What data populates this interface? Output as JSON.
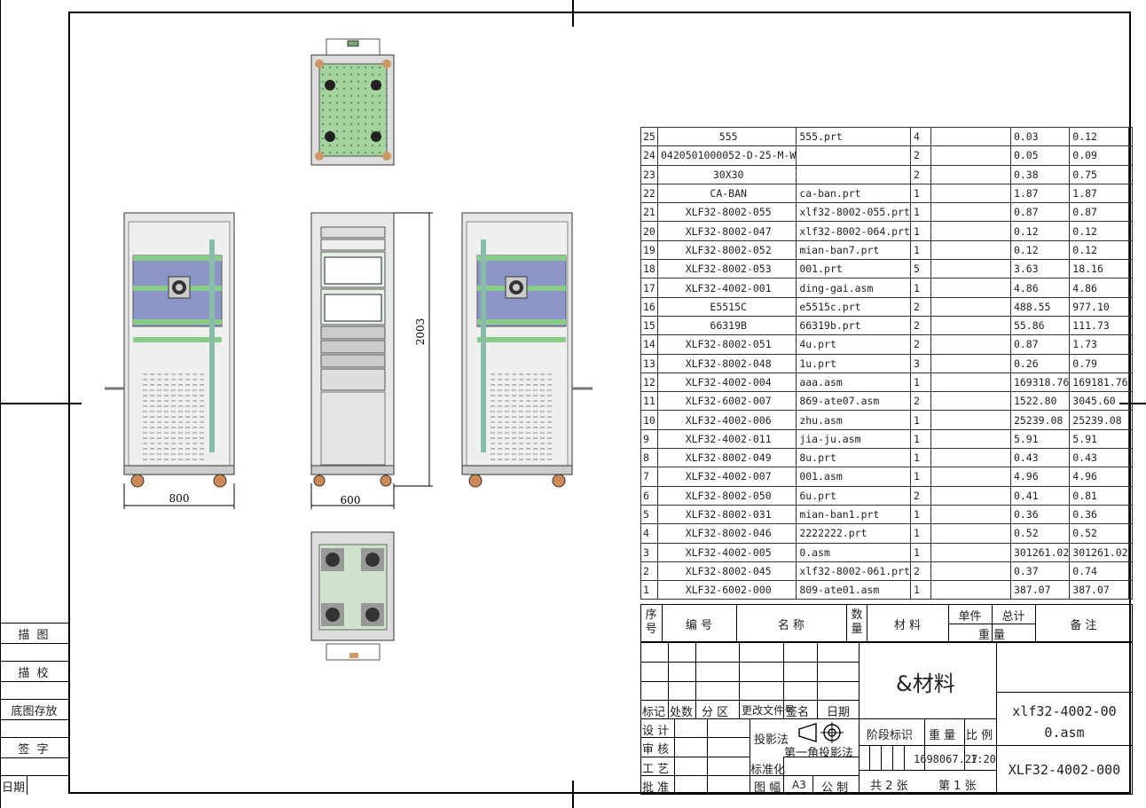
{
  "drawing": {
    "dimensions": {
      "height": "2003",
      "width_side": "800",
      "width_front": "600"
    }
  },
  "side_strip": [
    "描 图",
    "描 校",
    "底图存放",
    "签 字",
    "日期"
  ],
  "bom": {
    "rows": [
      {
        "idx": "25",
        "code": "555",
        "name": "555.prt",
        "qty": "4",
        "material": "",
        "unit": "0.03",
        "total": "0.12",
        "note": ""
      },
      {
        "idx": "24",
        "code": "0420501000052-D-25-M-W",
        "name": "",
        "qty": "2",
        "material": "",
        "unit": "0.05",
        "total": "0.09",
        "note": ""
      },
      {
        "idx": "23",
        "code": "30X30",
        "name": "",
        "qty": "2",
        "material": "",
        "unit": "0.38",
        "total": "0.75",
        "note": ""
      },
      {
        "idx": "22",
        "code": "CA-BAN",
        "name": "ca-ban.prt",
        "qty": "1",
        "material": "",
        "unit": "1.87",
        "total": "1.87",
        "note": ""
      },
      {
        "idx": "21",
        "code": "XLF32-8002-055",
        "name": "xlf32-8002-055.prt",
        "qty": "1",
        "material": "",
        "unit": "0.87",
        "total": "0.87",
        "note": ""
      },
      {
        "idx": "20",
        "code": "XLF32-8002-047",
        "name": "xlf32-8002-064.prt",
        "qty": "1",
        "material": "",
        "unit": "0.12",
        "total": "0.12",
        "note": ""
      },
      {
        "idx": "19",
        "code": "XLF32-8002-052",
        "name": "mian-ban7.prt",
        "qty": "1",
        "material": "",
        "unit": "0.12",
        "total": "0.12",
        "note": ""
      },
      {
        "idx": "18",
        "code": "XLF32-8002-053",
        "name": "001.prt",
        "qty": "5",
        "material": "",
        "unit": "3.63",
        "total": "18.16",
        "note": ""
      },
      {
        "idx": "17",
        "code": "XLF32-4002-001",
        "name": "ding-gai.asm",
        "qty": "1",
        "material": "",
        "unit": "4.86",
        "total": "4.86",
        "note": ""
      },
      {
        "idx": "16",
        "code": "E5515C",
        "name": "e5515c.prt",
        "qty": "2",
        "material": "",
        "unit": "488.55",
        "total": "977.10",
        "note": ""
      },
      {
        "idx": "15",
        "code": "66319B",
        "name": "66319b.prt",
        "qty": "2",
        "material": "",
        "unit": "55.86",
        "total": "111.73",
        "note": ""
      },
      {
        "idx": "14",
        "code": "XLF32-8002-051",
        "name": "4u.prt",
        "qty": "2",
        "material": "",
        "unit": "0.87",
        "total": "1.73",
        "note": ""
      },
      {
        "idx": "13",
        "code": "XLF32-8002-048",
        "name": "1u.prt",
        "qty": "3",
        "material": "",
        "unit": "0.26",
        "total": "0.79",
        "note": ""
      },
      {
        "idx": "12",
        "code": "XLF32-4002-004",
        "name": "aaa.asm",
        "qty": "1",
        "material": "",
        "unit": "169318.76",
        "total": "169181.76",
        "note": ""
      },
      {
        "idx": "11",
        "code": "XLF32-6002-007",
        "name": "869-ate07.asm",
        "qty": "2",
        "material": "",
        "unit": "1522.80",
        "total": "3045.60",
        "note": ""
      },
      {
        "idx": "10",
        "code": "XLF32-4002-006",
        "name": "zhu.asm",
        "qty": "1",
        "material": "",
        "unit": "25239.08",
        "total": "25239.08",
        "note": ""
      },
      {
        "idx": "9",
        "code": "XLF32-4002-011",
        "name": "jia-ju.asm",
        "qty": "1",
        "material": "",
        "unit": "5.91",
        "total": "5.91",
        "note": ""
      },
      {
        "idx": "8",
        "code": "XLF32-8002-049",
        "name": "8u.prt",
        "qty": "1",
        "material": "",
        "unit": "0.43",
        "total": "0.43",
        "note": ""
      },
      {
        "idx": "7",
        "code": "XLF32-4002-007",
        "name": "001.asm",
        "qty": "1",
        "material": "",
        "unit": "4.96",
        "total": "4.96",
        "note": ""
      },
      {
        "idx": "6",
        "code": "XLF32-8002-050",
        "name": "6u.prt",
        "qty": "2",
        "material": "",
        "unit": "0.41",
        "total": "0.81",
        "note": ""
      },
      {
        "idx": "5",
        "code": "XLF32-8002-031",
        "name": "mian-ban1.prt",
        "qty": "1",
        "material": "",
        "unit": "0.36",
        "total": "0.36",
        "note": ""
      },
      {
        "idx": "4",
        "code": "XLF32-8002-046",
        "name": "2222222.prt",
        "qty": "1",
        "material": "",
        "unit": "0.52",
        "total": "0.52",
        "note": ""
      },
      {
        "idx": "3",
        "code": "XLF32-4002-005",
        "name": "0.asm",
        "qty": "1",
        "material": "",
        "unit": "301261.02",
        "total": "301261.02",
        "note": ""
      },
      {
        "idx": "2",
        "code": "XLF32-8002-045",
        "name": "xlf32-8002-061.prt",
        "qty": "2",
        "material": "",
        "unit": "0.37",
        "total": "0.74",
        "note": ""
      },
      {
        "idx": "1",
        "code": "XLF32-6002-000",
        "name": "809-ate01.asm",
        "qty": "1",
        "material": "",
        "unit": "387.07",
        "total": "387.07",
        "note": ""
      }
    ],
    "header": {
      "idx": "序号",
      "code": "编 号",
      "name": "名 称",
      "qty": "数量",
      "material": "材 料",
      "unit": "单件",
      "total": "总计",
      "weight": "重   量",
      "note": "备 注"
    }
  },
  "title_block": {
    "material": "&材料",
    "file_name": "xlf32-4002-00\n0.asm",
    "drawing_number": "XLF32-4002-000",
    "rev_labels": [
      "标记",
      "处数",
      "分 区",
      "更改文件号",
      "签名",
      "日期"
    ],
    "roles": [
      "设 计",
      "审 核",
      "工 艺",
      "批 准"
    ],
    "projection_label": "投影法",
    "first_angle": "第一角投影法",
    "standardize": "标准化",
    "sheet_size_label": "图 幅",
    "sheet_size": "A3",
    "public_label": "公 制",
    "stage_label": "阶段标识",
    "weight_label": "重 量",
    "scale_label": "比 例",
    "weight_value": "1698067.27",
    "scale_value": "1:20",
    "total_sheets": "共 2 张",
    "sheet_no": "第 1 张"
  }
}
